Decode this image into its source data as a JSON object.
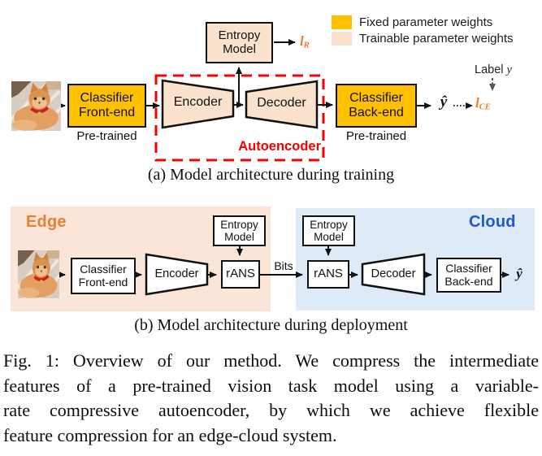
{
  "legend": {
    "items": [
      {
        "label": "Fixed parameter weights",
        "color": "#FFC000"
      },
      {
        "label": "Trainable parameter weights",
        "color": "#FBE2CC"
      }
    ]
  },
  "panel_a": {
    "caption": "(a) Model architecture during training",
    "entropy_model": "Entropy Model",
    "classifier_frontend": "Classifier Front-end",
    "pretrained_front": "Pre-trained",
    "encoder": "Encoder",
    "decoder": "Decoder",
    "autoencoder": "Autoencoder",
    "classifier_backend": "Classifier Back-end",
    "pretrained_back": "Pre-trained",
    "y_hat": "ŷ",
    "label_y": {
      "text": "Label",
      "var": "y"
    },
    "loss_rate": {
      "base": "l",
      "sub": "R"
    },
    "loss_ce": {
      "base": "l",
      "sub": "CE"
    }
  },
  "panel_b": {
    "caption": "(b) Model architecture during deployment",
    "edge_label": "Edge",
    "cloud_label": "Cloud",
    "entropy_model_edge": "Entropy Model",
    "entropy_model_cloud": "Entropy Model",
    "classifier_frontend": "Classifier Front-end",
    "encoder": "Encoder",
    "rans_edge": "rANS",
    "rans_cloud": "rANS",
    "bits": "Bits",
    "decoder": "Decoder",
    "classifier_backend": "Classifier Back-end",
    "y_hat": "ŷ"
  },
  "figure_caption": {
    "lines": [
      "Fig. 1: Overview of our method. We compress the intermediate",
      "features of a pre-trained vision task model using a variable-",
      "rate compressive autoencoder, by which we achieve flexible",
      "feature compression for an edge-cloud system."
    ]
  },
  "colors": {
    "fixed_gold": "#FFC000",
    "trainable_peach": "#FBE2CC",
    "edge_background": "#FAE5D8",
    "cloud_background": "#DEEAF6",
    "accent_orange": "#ED7D31",
    "cloud_blue": "#1E56D9",
    "autoencoder_red": "#F40000"
  }
}
